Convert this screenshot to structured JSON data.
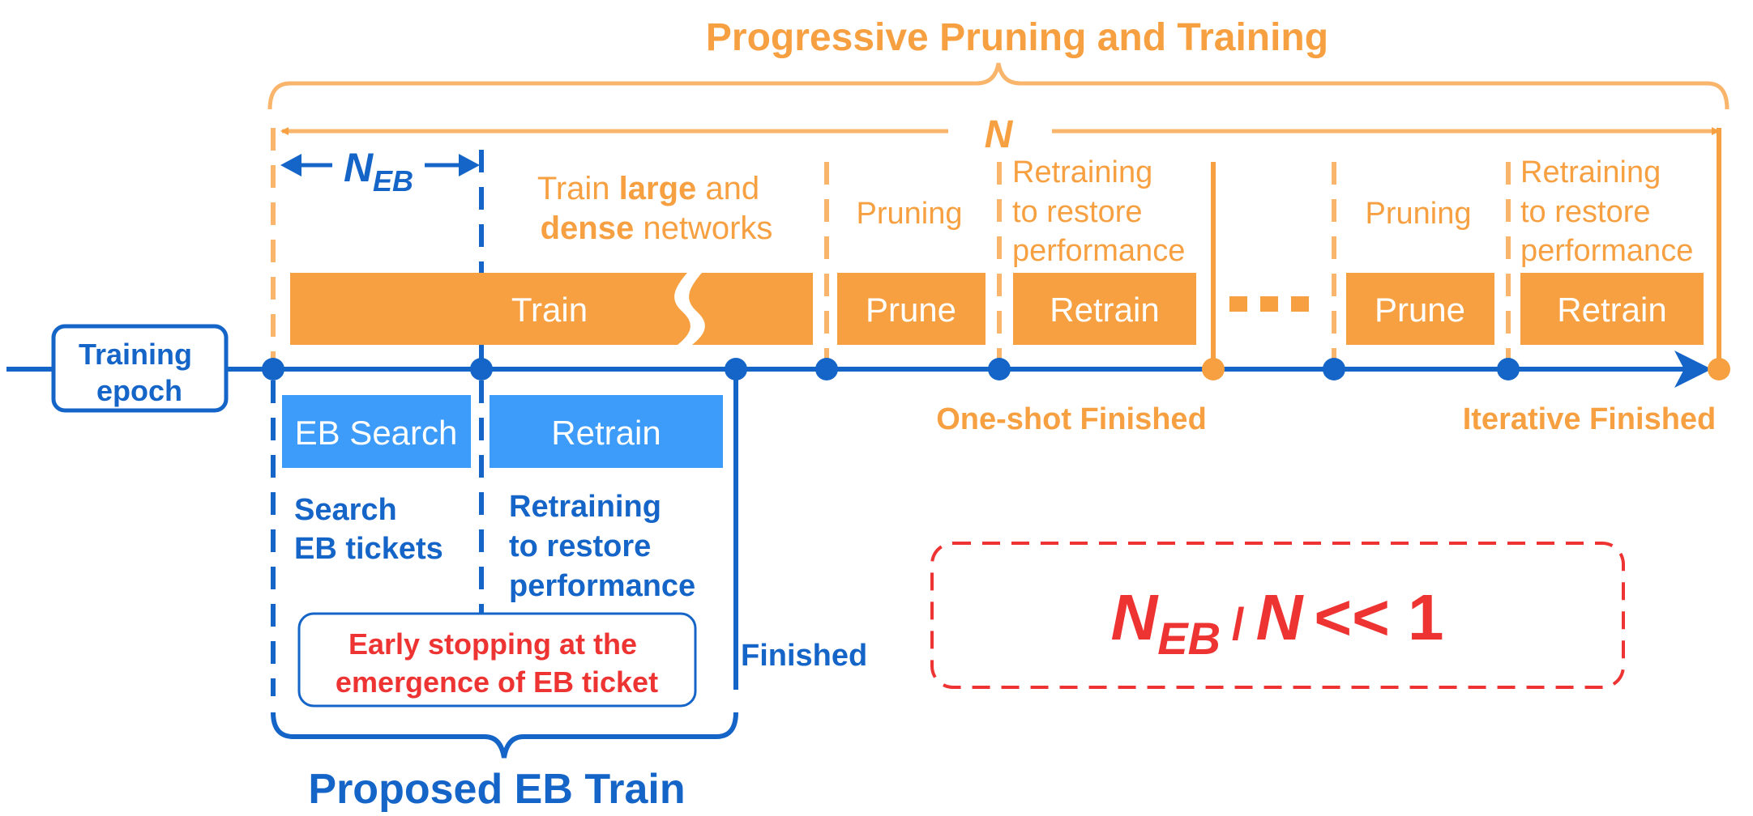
{
  "colors": {
    "orange": "#F7A041",
    "orange_light": "#F8B56B",
    "blue": "#1565C8",
    "blue_light": "#3D9BFA",
    "red": "#EE3333"
  },
  "top": {
    "title": "Progressive Pruning and Training",
    "n_label": "N",
    "neb_main": "N",
    "neb_sub": "EB"
  },
  "phases": {
    "train_desc": {
      "line1_pre": "Train ",
      "line1_bold": "large",
      "line1_post": " and",
      "line2_bold": "dense",
      "line2_post": " networks"
    },
    "pruning_label": "Pruning",
    "retraining_lines": [
      "Retraining",
      "to restore",
      "performance"
    ],
    "train_bar": "Train",
    "prune_bar": "Prune",
    "retrain_bar": "Retrain",
    "one_shot": "One-shot Finished",
    "iterative": "Iterative Finished"
  },
  "timeline": {
    "epoch_label_line1": "Training",
    "epoch_label_line2": "epoch"
  },
  "eb": {
    "search_bar": "EB Search",
    "retrain_bar": "Retrain",
    "search_desc": [
      "Search",
      "EB tickets"
    ],
    "retrain_desc": [
      "Retraining",
      "to restore",
      "performance"
    ],
    "early_stop": [
      "Early stopping at the",
      "emergence of EB ticket"
    ],
    "finished": "Finished",
    "proposed": "Proposed EB Train"
  },
  "ratio": {
    "n1": "N",
    "sub": "EB",
    "slash": "/",
    "n2": "N",
    "rest": "<< 1"
  }
}
